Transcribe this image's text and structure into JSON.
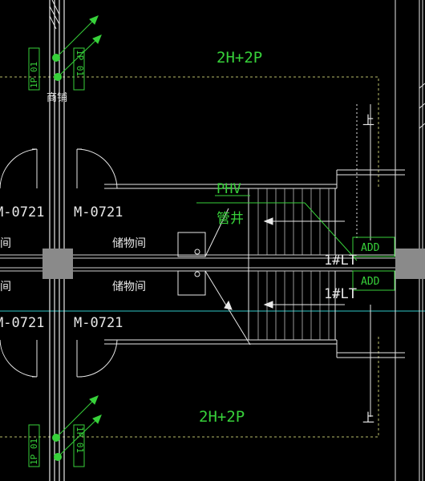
{
  "labels": {
    "zone_top": "2H+2P",
    "zone_bottom": "2H+2P",
    "phv": "PHV",
    "pipe_well": "管井",
    "door_tl": "M-0721",
    "door_tr": "M-0721",
    "door_bl": "M-0721",
    "door_br": "M-0721",
    "storage_left_upper": "间",
    "storage_left_lower": "间",
    "storage_upper": "储物间",
    "storage_lower": "储物间",
    "shop": "商铺",
    "stair_up_top": "上",
    "stair_up_bottom": "上",
    "stair_upper": "1#LT",
    "stair_lower": "1#LT",
    "add_upper": "ADD",
    "add_lower": "ADD",
    "tag_tl_a": "1P 01",
    "tag_tl_b": "1P 01",
    "tag_bl_a": "1P 01",
    "tag_bl_b": "1P 01"
  },
  "colors": {
    "background": "#000000",
    "wall": "#e8e8e8",
    "green": "#37d13a",
    "cyan": "#2fc9c9",
    "dashed_zone": "#b9bd6a",
    "column": "#8a8a8a"
  }
}
